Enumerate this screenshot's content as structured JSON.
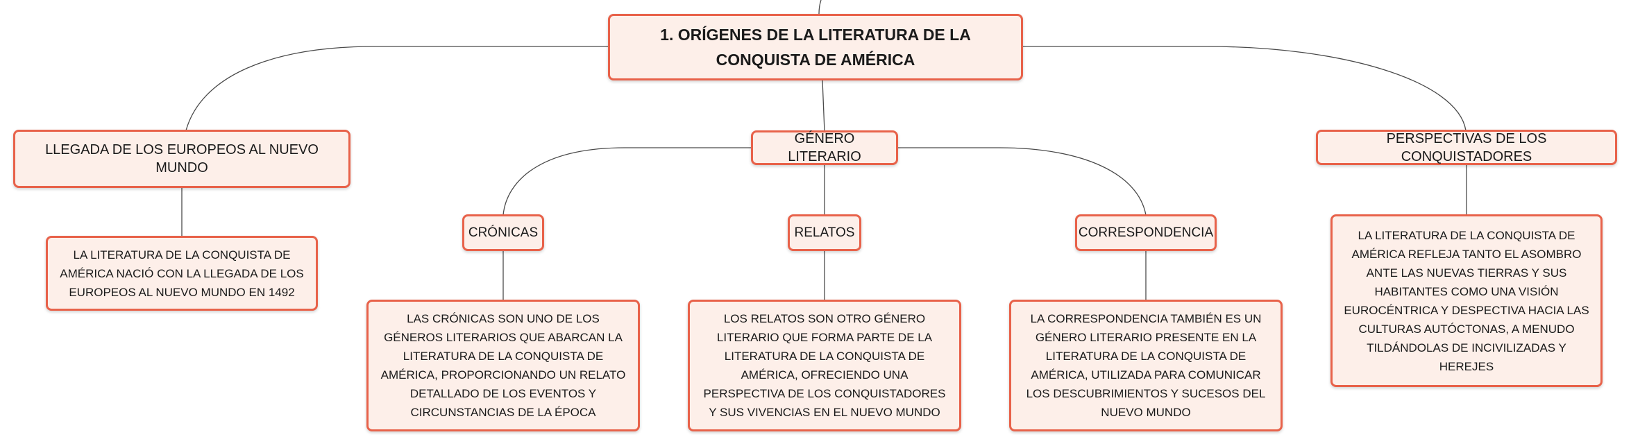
{
  "root": {
    "title": "1. ORÍGENES DE LA LITERATURA DE LA CONQUISTA DE AMÉRICA"
  },
  "branches": {
    "llegada": {
      "label": "LLEGADA DE LOS EUROPEOS AL NUEVO MUNDO",
      "detail": "LA LITERATURA DE LA CONQUISTA DE AMÉRICA NACIÓ CON LA LLEGADA DE LOS EUROPEOS AL NUEVO MUNDO EN 1492"
    },
    "genero": {
      "label": "GÉNERO LITERARIO",
      "children": {
        "cronicas": {
          "label": "CRÓNICAS",
          "detail": "LAS CRÓNICAS SON UNO DE LOS GÉNEROS LITERARIOS QUE ABARCAN LA LITERATURA DE LA CONQUISTA DE AMÉRICA, PROPORCIONANDO UN RELATO DETALLADO DE LOS EVENTOS Y CIRCUNSTANCIAS DE LA ÉPOCA"
        },
        "relatos": {
          "label": "RELATOS",
          "detail": "LOS RELATOS SON OTRO GÉNERO LITERARIO QUE FORMA PARTE DE LA LITERATURA DE LA CONQUISTA DE AMÉRICA, OFRECIENDO UNA PERSPECTIVA DE LOS CONQUISTADORES Y SUS VIVENCIAS EN EL NUEVO MUNDO"
        },
        "correspondencia": {
          "label": "CORRESPONDENCIA",
          "detail": "LA CORRESPONDENCIA TAMBIÉN ES UN GÉNERO LITERARIO PRESENTE EN LA LITERATURA DE LA CONQUISTA DE AMÉRICA, UTILIZADA PARA COMUNICAR LOS DESCUBRIMIENTOS Y SUCESOS DEL NUEVO MUNDO"
        }
      }
    },
    "perspectivas": {
      "label": "PERSPECTIVAS DE LOS CONQUISTADORES",
      "detail": "LA LITERATURA DE LA CONQUISTA DE AMÉRICA REFLEJA TANTO EL ASOMBRO ANTE LAS NUEVAS TIERRAS Y SUS HABITANTES COMO UNA VISIÓN EUROCÉNTRICA Y DESPECTIVA HACIA LAS CULTURAS AUTÓCTONAS, A MENUDO TILDÁNDOLAS DE INCIVILIZADAS Y HEREJES"
    }
  },
  "colors": {
    "node_fill": "#fdefe9",
    "node_border": "#e8624a",
    "connector": "#4a4a4a"
  }
}
